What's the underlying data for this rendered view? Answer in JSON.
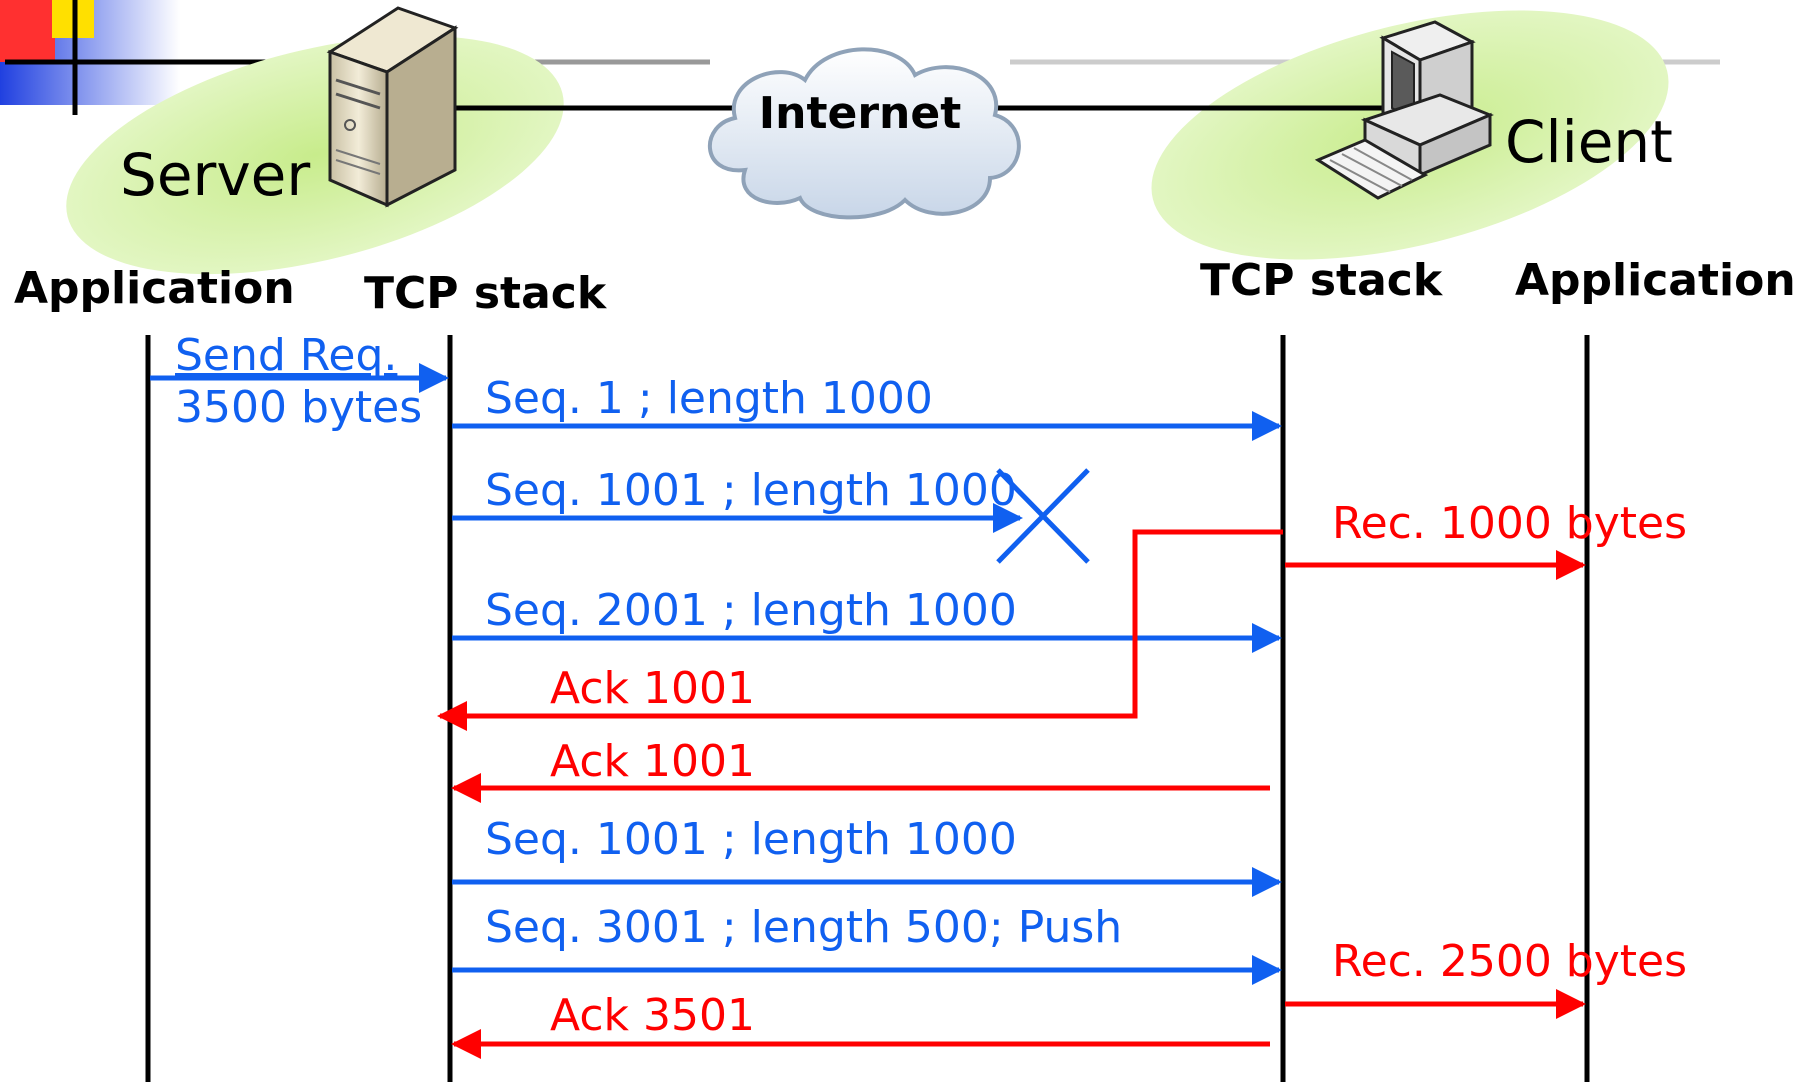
{
  "hosts": {
    "server": "Server",
    "internet": "Internet",
    "client": "Client"
  },
  "columns": {
    "server_app": "Application",
    "server_tcp": "TCP stack",
    "client_tcp": "TCP stack",
    "client_app": "Application"
  },
  "messages": {
    "send_req_line1": "Send Req.",
    "send_req_line2": "3500 bytes",
    "seg1": "Seq. 1 ; length 1000",
    "seg2_lost": "Seq. 1001 ; length 1000",
    "rec1": "Rec. 1000 bytes",
    "seg3": "Seq. 2001 ; length 1000",
    "ack1": "Ack 1001",
    "ack2": "Ack 1001",
    "seg4_retransmit": "Seq. 1001 ; length 1000",
    "seg5_push": "Seq. 3001 ; length 500; Push",
    "rec2": "Rec. 2500 bytes",
    "ack3": "Ack 3501"
  },
  "colors": {
    "data": "#1060f0",
    "ack": "#ff0000",
    "lifeline": "#000000",
    "ellipse": "#d4f0a0",
    "logo_red": "#ff2020",
    "logo_yellow": "#ffe000",
    "logo_blue": "#2040e0"
  }
}
